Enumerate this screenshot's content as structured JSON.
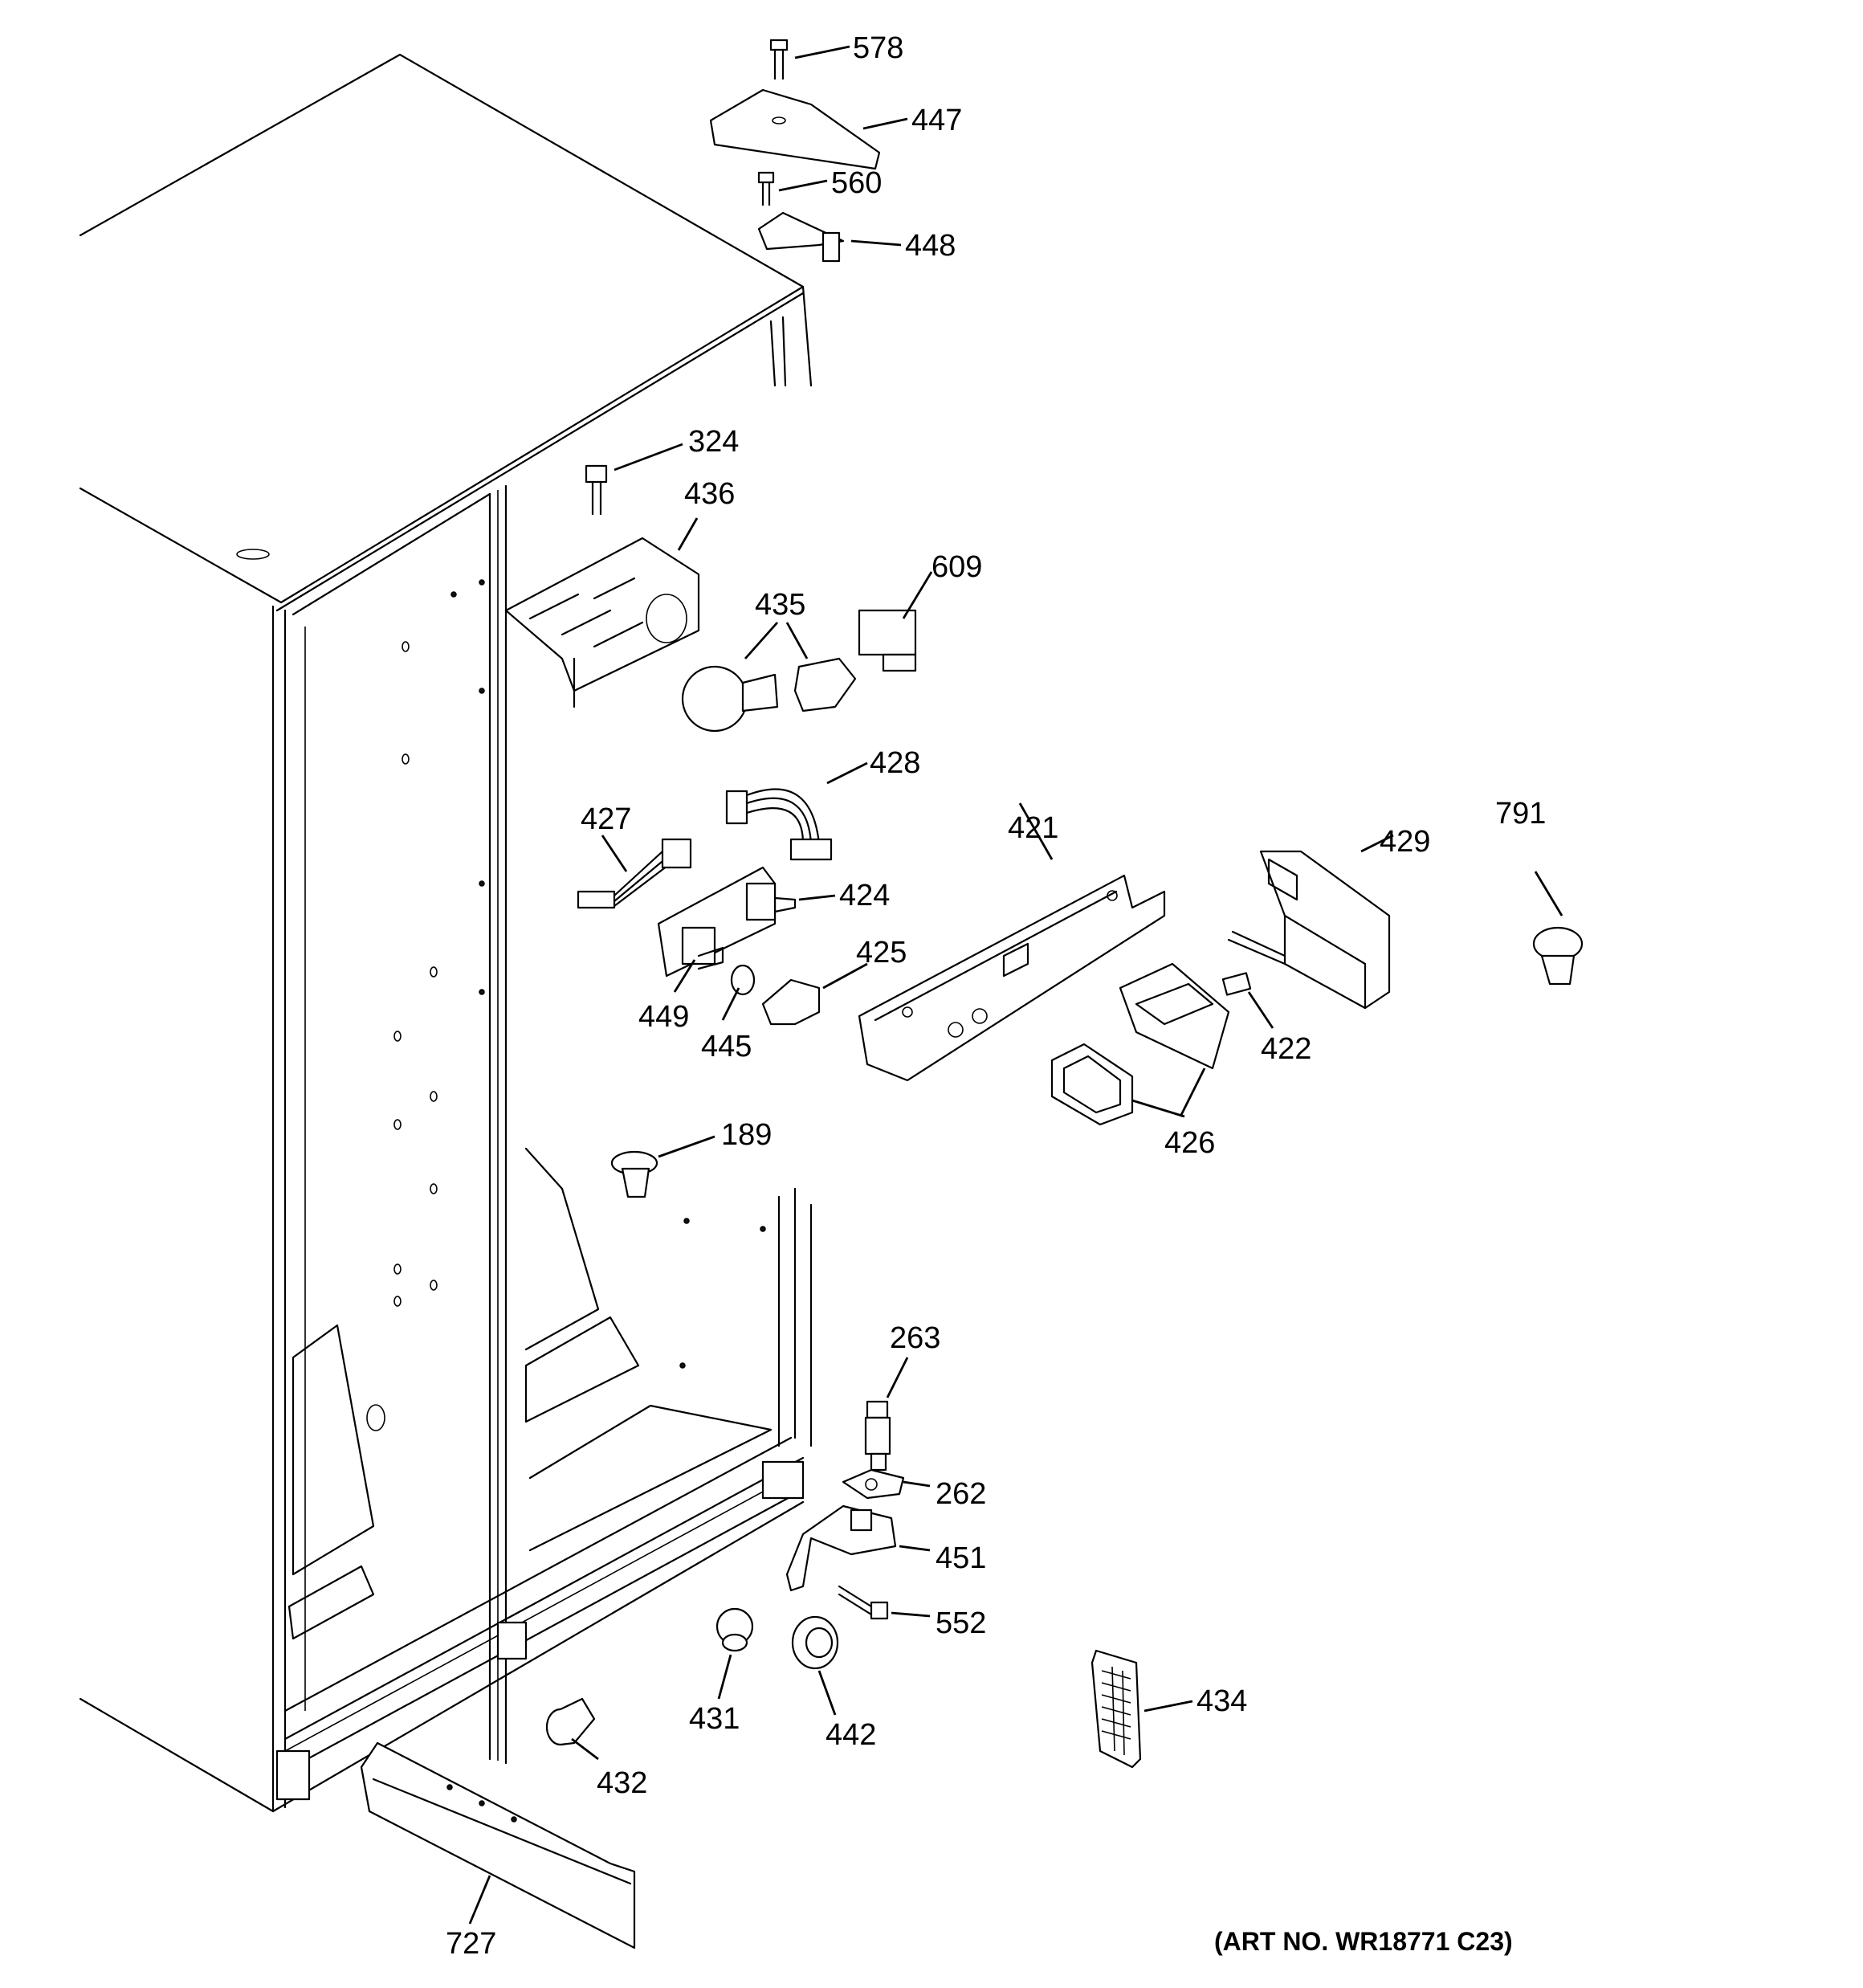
{
  "diagram": {
    "callouts": [
      {
        "id": "578",
        "text": "578"
      },
      {
        "id": "447",
        "text": "447"
      },
      {
        "id": "560",
        "text": "560"
      },
      {
        "id": "448",
        "text": "448"
      },
      {
        "id": "324",
        "text": "324"
      },
      {
        "id": "436",
        "text": "436"
      },
      {
        "id": "609",
        "text": "609"
      },
      {
        "id": "435",
        "text": "435"
      },
      {
        "id": "428",
        "text": "428"
      },
      {
        "id": "427",
        "text": "427"
      },
      {
        "id": "424",
        "text": "424"
      },
      {
        "id": "425",
        "text": "425"
      },
      {
        "id": "449",
        "text": "449"
      },
      {
        "id": "445",
        "text": "445"
      },
      {
        "id": "421",
        "text": "421"
      },
      {
        "id": "429",
        "text": "429"
      },
      {
        "id": "791",
        "text": "791"
      },
      {
        "id": "422",
        "text": "422"
      },
      {
        "id": "426",
        "text": "426"
      },
      {
        "id": "189",
        "text": "189"
      },
      {
        "id": "263",
        "text": "263"
      },
      {
        "id": "262",
        "text": "262"
      },
      {
        "id": "451",
        "text": "451"
      },
      {
        "id": "552",
        "text": "552"
      },
      {
        "id": "431",
        "text": "431"
      },
      {
        "id": "442",
        "text": "442"
      },
      {
        "id": "434",
        "text": "434"
      },
      {
        "id": "432",
        "text": "432"
      },
      {
        "id": "727",
        "text": "727"
      }
    ],
    "art_number": "(ART NO. WR18771 C23)"
  }
}
